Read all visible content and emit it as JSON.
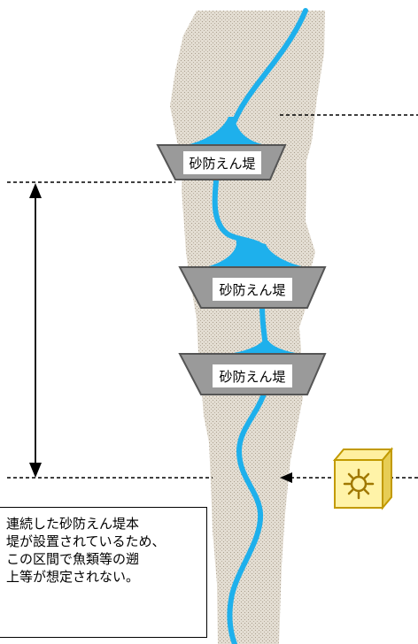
{
  "dams": [
    {
      "label": "砂防えん堤"
    },
    {
      "label": "砂防えん堤"
    },
    {
      "label": "砂防えん堤"
    }
  ],
  "callout": {
    "lines": [
      "連続した砂防えん堤本",
      "堤が設置されているため、",
      "この区間で魚類等の遡",
      "上等が想定されない。"
    ]
  },
  "icon": {
    "name": "gear-box-icon"
  },
  "colors": {
    "river": "#1eb0ec",
    "valley": "#d8d0c4",
    "dam_fill": "#9a9a9a",
    "dam_stroke": "#555555",
    "icon_fill": "#fff3a8",
    "icon_stroke": "#c29a00"
  }
}
